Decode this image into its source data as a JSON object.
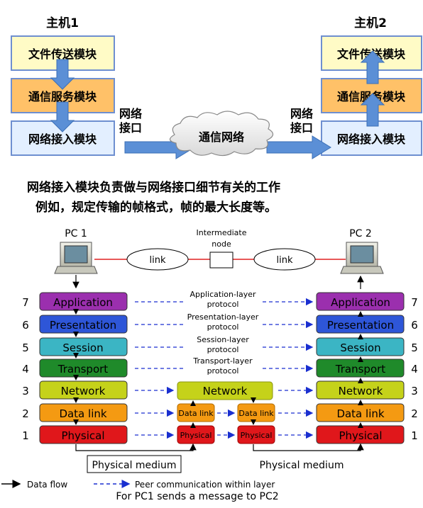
{
  "top": {
    "host1_title": "主机1",
    "host2_title": "主机2",
    "host1_modules": [
      "文件传送模块",
      "通信服务模块",
      "网络接入模块"
    ],
    "host2_modules": [
      "文件传送模块",
      "通信服务模块",
      "网络接入模块"
    ],
    "interface_left": [
      "网络",
      "接口"
    ],
    "interface_right": [
      "网络",
      "接口"
    ],
    "cloud_label": "通信网络",
    "colors": {
      "module_top": "#fffbc6",
      "module_mid": "#ffc168",
      "module_bottom": "#e3efff",
      "arrow": "#5b8fd6"
    }
  },
  "caption": [
    "网络接入模块负责做与网络接口细节有关的工作",
    "例如，规定传输的帧格式，帧的最大长度等。"
  ],
  "osi": {
    "pc1_label": "PC 1",
    "pc2_label": "PC 2",
    "intermediate_label": [
      "Intermediate",
      "node"
    ],
    "link_labels": [
      "link",
      "link"
    ],
    "layers": [
      {
        "num": "7",
        "name": "Application",
        "protocol": [
          "Application-layer",
          "protocol"
        ],
        "color": "#9b2fae"
      },
      {
        "num": "6",
        "name": "Presentation",
        "protocol": [
          "Presentation-layer",
          "protocol"
        ],
        "color": "#2e56d8"
      },
      {
        "num": "5",
        "name": "Session",
        "protocol": [
          "Session-layer",
          "protocol"
        ],
        "color": "#3bb5c4"
      },
      {
        "num": "4",
        "name": "Transport",
        "protocol": [
          "Transport-layer",
          "protocol"
        ],
        "color": "#1f8a2a"
      },
      {
        "num": "3",
        "name": "Network",
        "protocol": [],
        "color": "#c5d21a"
      },
      {
        "num": "2",
        "name": "Data link",
        "protocol": [],
        "color": "#f49a12"
      },
      {
        "num": "1",
        "name": "Physical",
        "protocol": [],
        "color": "#e0171b"
      }
    ],
    "middle_network": "Network",
    "middle_datalink": "Data link",
    "middle_physical": "Physical",
    "physical_medium_labels": [
      "Physical medium",
      "Physical medium"
    ],
    "legend": {
      "data_flow": "Data flow",
      "peer": "Peer communication within layer"
    },
    "footer": "For PC1 sends a message to PC2"
  }
}
